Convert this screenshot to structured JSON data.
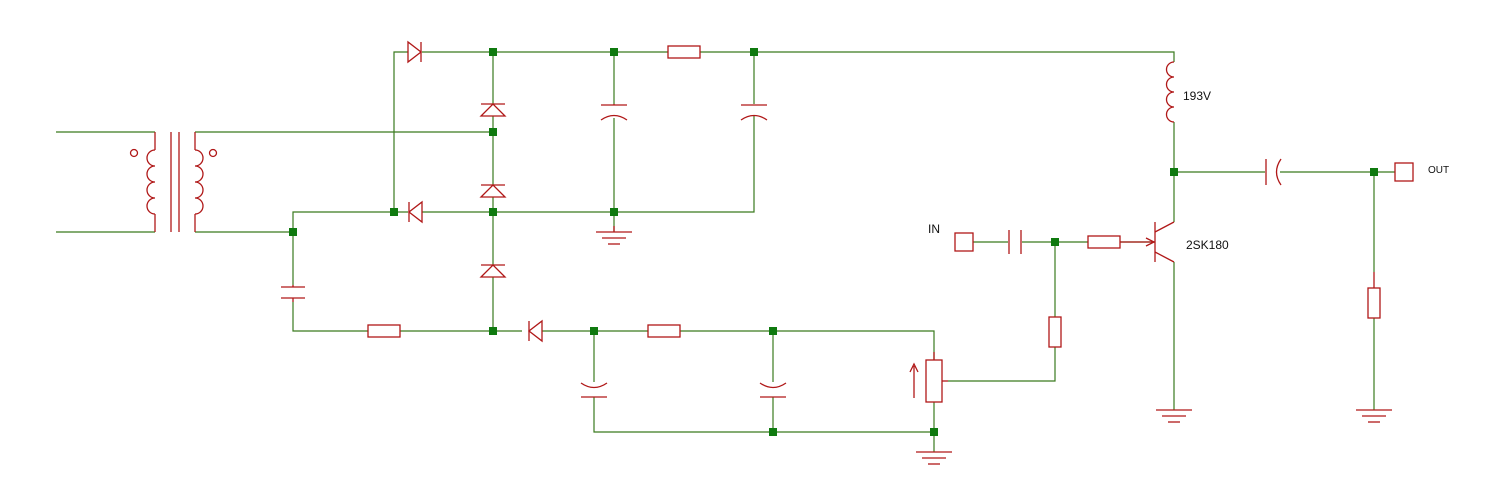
{
  "labels": {
    "supply_voltage": "193V",
    "input": "IN",
    "output": "OUT",
    "transistor": "2SK180"
  },
  "colors": {
    "wire": "#3a7a1e",
    "component": "#b01818",
    "node": "#0f7a0f"
  }
}
